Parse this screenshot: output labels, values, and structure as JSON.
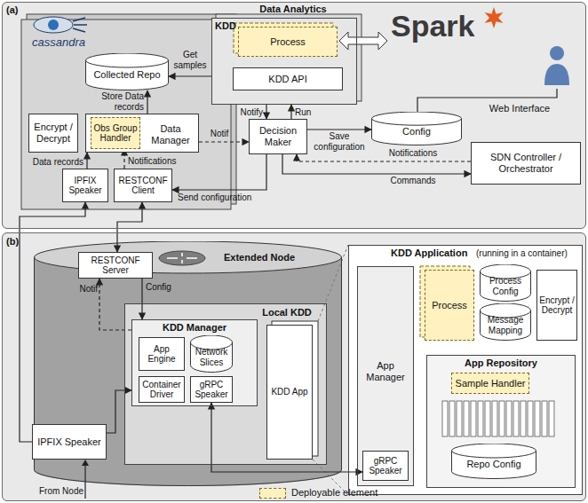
{
  "diagram": {
    "nodes": [
      {
        "text": [
          "(a)",
          "Data Analytics"
        ]
      },
      {
        "text": [
          "Collected Repo"
        ],
        "in": 0
      },
      {
        "text": [
          "Encrypt / Decrypt"
        ],
        "in": 0
      },
      {
        "text": [
          "Data Manager"
        ],
        "in": 0
      },
      {
        "text": [
          "Obs Group Handler"
        ],
        "in": 3
      },
      {
        "text": [
          "IPFIX Speaker"
        ],
        "in": 0
      },
      {
        "text": [
          "RESTCONF Client"
        ],
        "in": 0
      },
      {
        "text": [
          "KDD"
        ],
        "in": 0
      },
      {
        "text": [
          "Process"
        ],
        "in": 7
      },
      {
        "text": [
          "KDD API"
        ],
        "in": 7
      },
      {
        "text": [
          "Decision Maker"
        ],
        "in": 0
      },
      {
        "text": [
          "Config"
        ],
        "in": 0
      },
      {
        "text": [
          "SDN Controller / Orchestrator"
        ],
        "in": 0
      },
      {
        "text": [
          "(b)"
        ]
      },
      {
        "text": [
          "Extended Node"
        ],
        "in": 13
      },
      {
        "text": [
          "RESTCONF Server"
        ],
        "in": 14
      },
      {
        "text": [
          "Local KDD"
        ],
        "in": 14
      },
      {
        "text": [
          "KDD Manager"
        ],
        "in": 16
      },
      {
        "text": [
          "App Engine"
        ],
        "in": 17
      },
      {
        "text": [
          "Network Slices"
        ],
        "in": 17
      },
      {
        "text": [
          "Container Driver"
        ],
        "in": 17
      },
      {
        "text": [
          "gRPC Speaker"
        ],
        "in": 17
      },
      {
        "text": [
          "KDD App"
        ],
        "in": 16
      },
      {
        "text": [
          "IPFIX Speaker"
        ],
        "in": 13
      },
      {
        "text": [
          "KDD Application",
          "(running in a container)"
        ],
        "in": 13
      },
      {
        "text": [
          "App Manager"
        ],
        "in": 24
      },
      {
        "text": [
          "gRPC Speaker"
        ],
        "in": 25
      },
      {
        "text": [
          "Process"
        ],
        "in": 24
      },
      {
        "text": [
          "Process Config"
        ],
        "in": 24
      },
      {
        "text": [
          "Message Mapping"
        ],
        "in": 24
      },
      {
        "text": [
          "Encrypt / Decrypt"
        ],
        "in": 24
      },
      {
        "text": [
          "App Repository"
        ],
        "in": 24
      },
      {
        "text": [
          "Sample Handler"
        ],
        "in": 31
      },
      {
        "text": [
          "Repo Config"
        ],
        "in": 31
      }
    ],
    "edges": [
      {
        "from": 7,
        "to": 1,
        "arrow": "to",
        "label": "Get samples"
      },
      {
        "from": 3,
        "to": 1,
        "arrow": "to",
        "label": "Store Data records"
      },
      {
        "from": 5,
        "to": 3,
        "arrow": "to",
        "label": "Data records"
      },
      {
        "from": 6,
        "to": 4,
        "arrow": "to",
        "label": "Notifications"
      },
      {
        "from": 3,
        "to": 10,
        "arrow": "to",
        "label": "Notif"
      },
      {
        "from": 7,
        "to": 10,
        "arrow": "to",
        "label": "Notify"
      },
      {
        "from": 10,
        "to": 7,
        "arrow": "to",
        "label": "Run"
      },
      {
        "from": 10,
        "to": 6,
        "arrow": "to",
        "label": "Send configuration"
      },
      {
        "from": 10,
        "to": 11,
        "arrow": "to",
        "label": "Save configuration"
      },
      {
        "from": 12,
        "to": 10,
        "arrow": "to",
        "label": "Notifications"
      },
      {
        "from": 10,
        "to": 12,
        "arrow": "to",
        "label": "Commands"
      },
      {
        "from": 6,
        "to": 15,
        "arrow": "both"
      },
      {
        "from": 23,
        "to": 5,
        "arrow": "to"
      },
      {
        "from": 23,
        "to": 17,
        "arrow": "to"
      },
      {
        "from": 15,
        "to": 17,
        "arrow": "to",
        "label": "Config"
      },
      {
        "from": 17,
        "to": 15,
        "arrow": "to",
        "label": "Notif"
      },
      {
        "from": 21,
        "to": 26,
        "arrow": "both"
      }
    ],
    "labels": [
      "cassandra",
      "Spark",
      "Web Interface",
      "From Node"
    ],
    "legend": [
      {
        "text": "Deployable element",
        "color": "#fff2c0"
      }
    ]
  }
}
